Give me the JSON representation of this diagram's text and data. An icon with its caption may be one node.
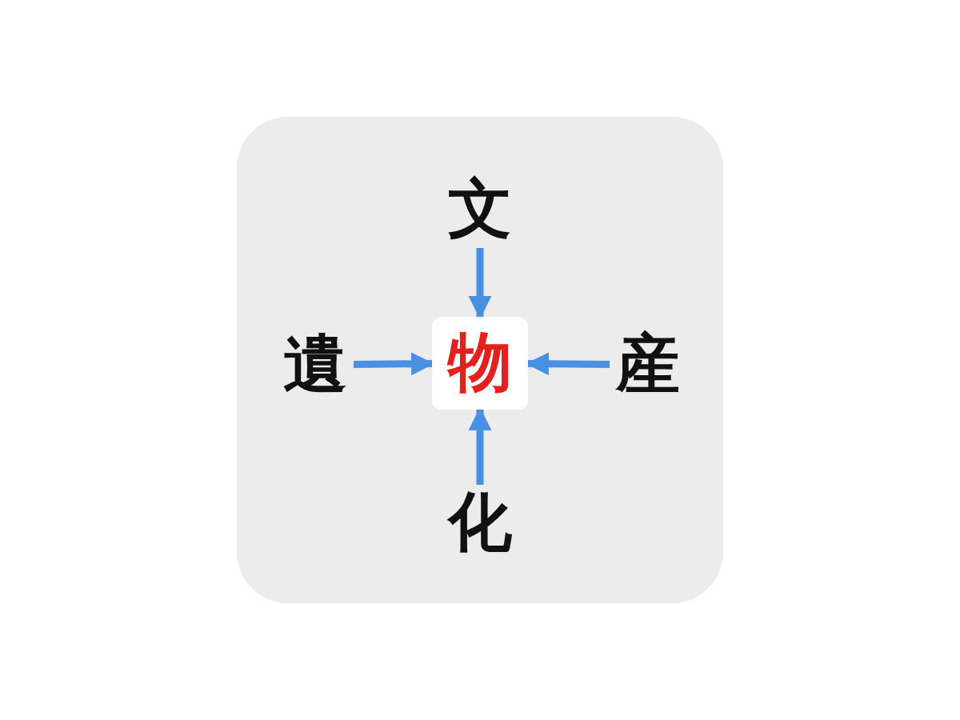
{
  "diagram": {
    "nodes": [
      {
        "text": [
          "文"
        ]
      },
      {
        "text": [
          "遺"
        ]
      },
      {
        "text": [
          "物"
        ]
      },
      {
        "text": [
          "産"
        ]
      },
      {
        "text": [
          "化"
        ]
      }
    ],
    "edges": [
      {
        "from": 0,
        "to": 2,
        "arrow": "to"
      },
      {
        "from": 1,
        "to": 2,
        "arrow": "to"
      },
      {
        "from": 3,
        "to": 2,
        "arrow": "to"
      },
      {
        "from": 4,
        "to": 2,
        "arrow": "to"
      }
    ]
  }
}
